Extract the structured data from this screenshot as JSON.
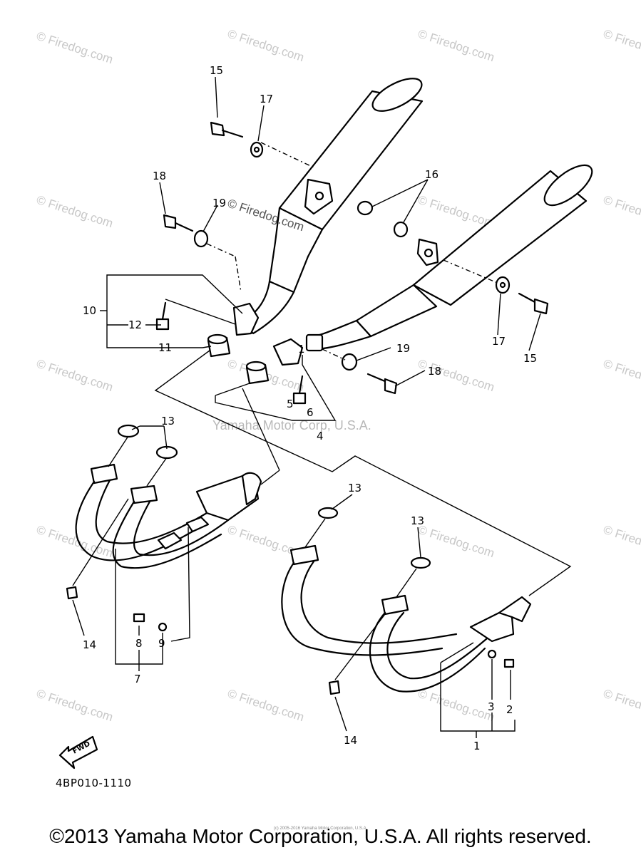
{
  "watermark_text": "© Firedog.com",
  "center_watermark": "Yamaha Motor Corp, U.S.A.",
  "diagram_code": "4BP010-1110",
  "fwd_label": "FWD",
  "copyright": "©2013 Yamaha Motor Corporation, U.S.A. All rights reserved.",
  "fine_print": "(c) 2005-2016 Yamaha Motor Corporation, U.S.A.",
  "callouts": {
    "c1": "1",
    "c2": "2",
    "c3": "3",
    "c4": "4",
    "c5": "5",
    "c6": "6",
    "c7": "7",
    "c8": "8",
    "c9": "9",
    "c10": "10",
    "c11": "11",
    "c12": "12",
    "c13a": "13",
    "c13b": "13",
    "c13c": "13",
    "c14a": "14",
    "c14b": "14",
    "c15a": "15",
    "c15b": "15",
    "c16": "16",
    "c17a": "17",
    "c17b": "17",
    "c18a": "18",
    "c18b": "18",
    "c19a": "19",
    "c19b": "19"
  }
}
